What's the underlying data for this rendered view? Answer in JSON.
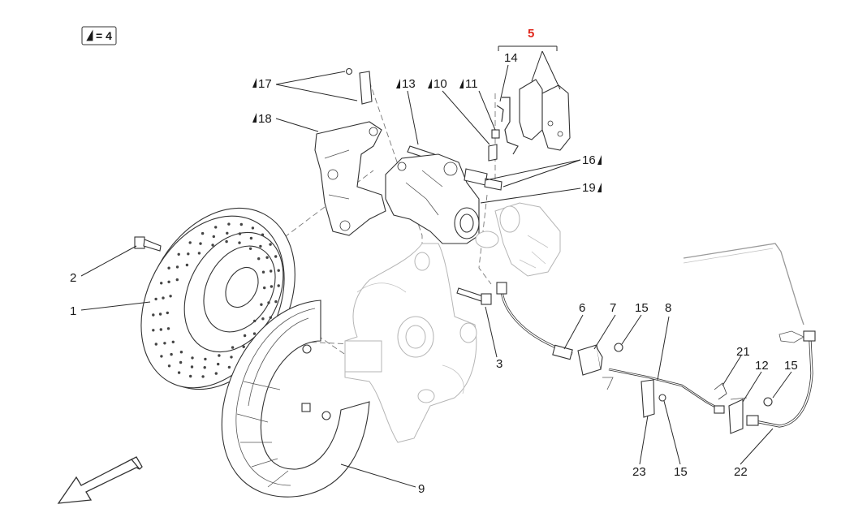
{
  "legend": {
    "symbol": "torque-wrench-icon",
    "text": "= 4"
  },
  "group_label": "5",
  "group_color": "#e0261b",
  "callouts": [
    {
      "id": "1",
      "text": "1",
      "torque": false
    },
    {
      "id": "2",
      "text": "2",
      "torque": false
    },
    {
      "id": "3",
      "text": "3",
      "torque": false
    },
    {
      "id": "6",
      "text": "6",
      "torque": false
    },
    {
      "id": "7",
      "text": "7",
      "torque": false
    },
    {
      "id": "8",
      "text": "8",
      "torque": false
    },
    {
      "id": "9",
      "text": "9",
      "torque": false
    },
    {
      "id": "10",
      "text": "10",
      "torque": true
    },
    {
      "id": "11",
      "text": "11",
      "torque": true
    },
    {
      "id": "12",
      "text": "12",
      "torque": false
    },
    {
      "id": "13",
      "text": "13",
      "torque": true
    },
    {
      "id": "14",
      "text": "14",
      "torque": false
    },
    {
      "id": "15a",
      "text": "15",
      "torque": false
    },
    {
      "id": "15b",
      "text": "15",
      "torque": false
    },
    {
      "id": "15c",
      "text": "15",
      "torque": false
    },
    {
      "id": "16",
      "text": "16",
      "torque": true
    },
    {
      "id": "17",
      "text": "17",
      "torque": true
    },
    {
      "id": "18",
      "text": "18",
      "torque": true
    },
    {
      "id": "19",
      "text": "19",
      "torque": true
    },
    {
      "id": "21",
      "text": "21",
      "torque": false
    },
    {
      "id": "22",
      "text": "22",
      "torque": false
    },
    {
      "id": "23",
      "text": "23",
      "torque": false
    }
  ],
  "icons": {
    "direction": "arrow-front-icon"
  }
}
